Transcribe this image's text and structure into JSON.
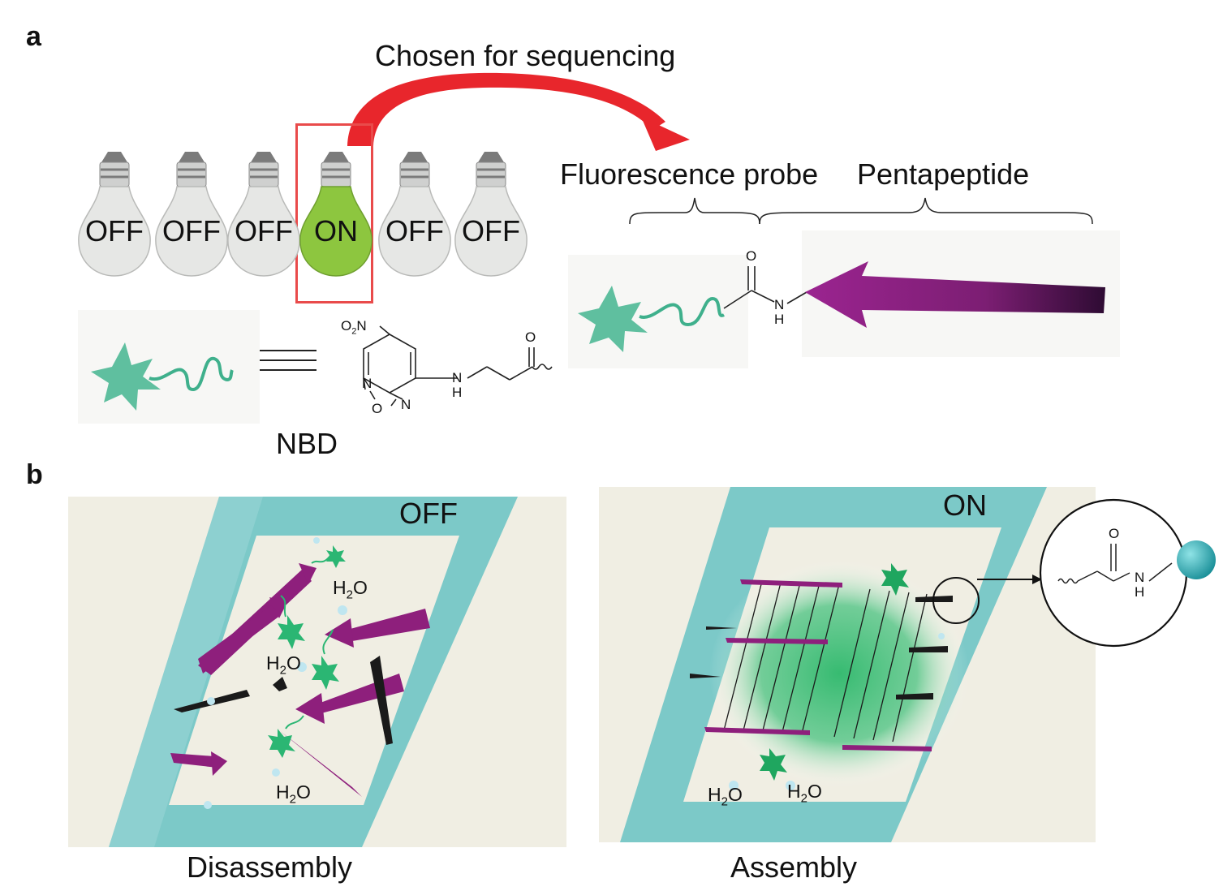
{
  "panel_a": {
    "letter": "a",
    "arrow_label": "Chosen for sequencing",
    "bulbs": [
      "OFF",
      "OFF",
      "OFF",
      "ON",
      "OFF",
      "OFF"
    ],
    "probe_label": "Fluorescence probe",
    "peptide_label": "Pentapeptide",
    "nbd_label": "NBD",
    "chem": {
      "no2": "O",
      "no2_sub": "2",
      "no2_tail": "N",
      "n_top": "N",
      "n_bottom": "N",
      "o_ring": "O",
      "nh_n": "N",
      "nh_h": "H",
      "carbonyl_o": "O",
      "amide_o": "O",
      "amide_n": "N",
      "amide_h": "H"
    }
  },
  "panel_b": {
    "letter": "b",
    "left": {
      "state": "OFF",
      "caption": "Disassembly"
    },
    "right": {
      "state": "ON",
      "caption": "Assembly"
    },
    "water": {
      "main": "H",
      "sub": "2",
      "tail": "O"
    },
    "inset": {
      "o": "O",
      "n": "N",
      "h": "H"
    }
  },
  "colors": {
    "arrow_red": "#e8262c",
    "highlight_box": "#e94b4b",
    "bulb_on": "#8dc63f",
    "bulb_off": "#e6e7e5",
    "probe_green": "#5fbf9f",
    "peptide_purple": "#8e1f7c",
    "frame_teal": "#7cc9c8",
    "panel_bg": "#f0eee3",
    "glow_green": "#2db86b"
  }
}
